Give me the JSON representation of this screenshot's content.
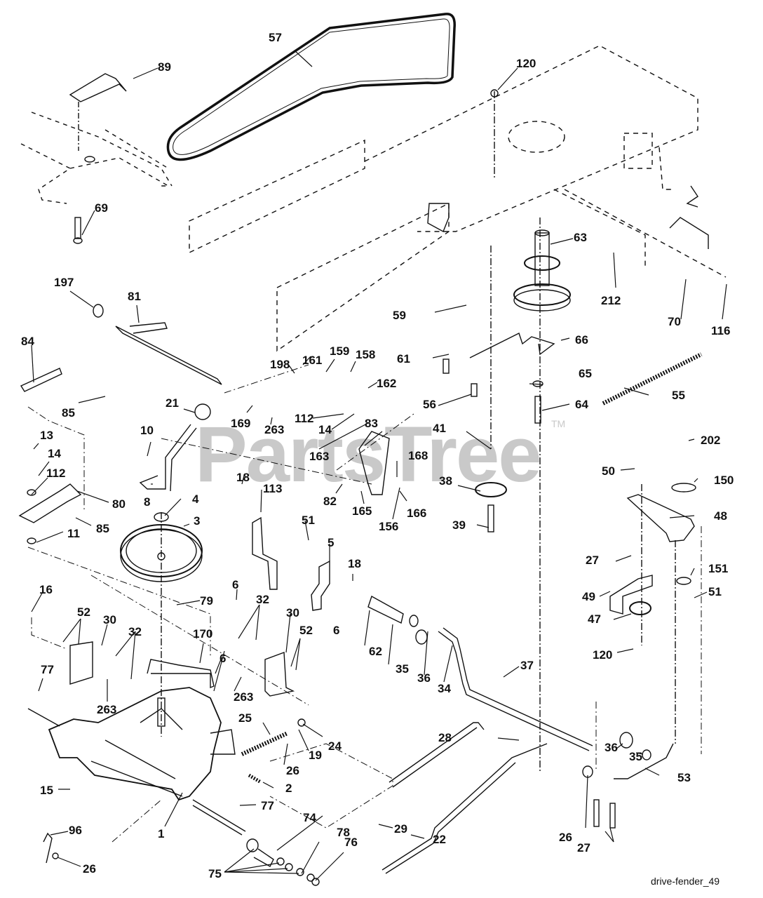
{
  "diagram": {
    "title": "drive-fender_49",
    "watermark": "PartsTree",
    "watermark_tm": "TM",
    "callouts": [
      {
        "id": "c57",
        "label": "57"
      },
      {
        "id": "c89",
        "label": "89"
      },
      {
        "id": "c120a",
        "label": "120"
      },
      {
        "id": "c69",
        "label": "69"
      },
      {
        "id": "c63",
        "label": "63"
      },
      {
        "id": "c212",
        "label": "212"
      },
      {
        "id": "c70",
        "label": "70"
      },
      {
        "id": "c116",
        "label": "116"
      },
      {
        "id": "c197",
        "label": "197"
      },
      {
        "id": "c81",
        "label": "81"
      },
      {
        "id": "c59",
        "label": "59"
      },
      {
        "id": "c66",
        "label": "66"
      },
      {
        "id": "c61",
        "label": "61"
      },
      {
        "id": "c84",
        "label": "84"
      },
      {
        "id": "c198",
        "label": "198"
      },
      {
        "id": "c161",
        "label": "161"
      },
      {
        "id": "c159",
        "label": "159"
      },
      {
        "id": "c158",
        "label": "158"
      },
      {
        "id": "c162",
        "label": "162"
      },
      {
        "id": "c56",
        "label": "56"
      },
      {
        "id": "c65",
        "label": "65"
      },
      {
        "id": "c55",
        "label": "55"
      },
      {
        "id": "c64",
        "label": "64"
      },
      {
        "id": "c85a",
        "label": "85"
      },
      {
        "id": "c21",
        "label": "21"
      },
      {
        "id": "c169",
        "label": "169"
      },
      {
        "id": "c263a",
        "label": "263"
      },
      {
        "id": "c112a",
        "label": "112"
      },
      {
        "id": "c14a",
        "label": "14"
      },
      {
        "id": "c83",
        "label": "83"
      },
      {
        "id": "c41",
        "label": "41"
      },
      {
        "id": "c10",
        "label": "10"
      },
      {
        "id": "c163",
        "label": "163"
      },
      {
        "id": "c168",
        "label": "168"
      },
      {
        "id": "c202",
        "label": "202"
      },
      {
        "id": "c13",
        "label": "13"
      },
      {
        "id": "c14b",
        "label": "14"
      },
      {
        "id": "c50",
        "label": "50"
      },
      {
        "id": "c150",
        "label": "150"
      },
      {
        "id": "c112b",
        "label": "112"
      },
      {
        "id": "c38",
        "label": "38"
      },
      {
        "id": "c18a",
        "label": "18"
      },
      {
        "id": "c113",
        "label": "113"
      },
      {
        "id": "c82",
        "label": "82"
      },
      {
        "id": "c8",
        "label": "8"
      },
      {
        "id": "c4",
        "label": "4"
      },
      {
        "id": "c80",
        "label": "80"
      },
      {
        "id": "c165",
        "label": "165"
      },
      {
        "id": "c166",
        "label": "166"
      },
      {
        "id": "c156",
        "label": "156"
      },
      {
        "id": "c48",
        "label": "48"
      },
      {
        "id": "c39",
        "label": "39"
      },
      {
        "id": "c85b",
        "label": "85"
      },
      {
        "id": "c51a",
        "label": "51"
      },
      {
        "id": "c3",
        "label": "3"
      },
      {
        "id": "c11",
        "label": "11"
      },
      {
        "id": "c27a",
        "label": "27"
      },
      {
        "id": "c5",
        "label": "5"
      },
      {
        "id": "c18b",
        "label": "18"
      },
      {
        "id": "c6a",
        "label": "6"
      },
      {
        "id": "c151",
        "label": "151"
      },
      {
        "id": "c51b",
        "label": "51"
      },
      {
        "id": "c49",
        "label": "49"
      },
      {
        "id": "c79",
        "label": "79"
      },
      {
        "id": "c16",
        "label": "16"
      },
      {
        "id": "c32a",
        "label": "32"
      },
      {
        "id": "c47",
        "label": "47"
      },
      {
        "id": "c52a",
        "label": "52"
      },
      {
        "id": "c30a",
        "label": "30"
      },
      {
        "id": "c6b",
        "label": "6"
      },
      {
        "id": "c30b",
        "label": "30"
      },
      {
        "id": "c32b",
        "label": "32"
      },
      {
        "id": "c52b",
        "label": "52"
      },
      {
        "id": "c170",
        "label": "170"
      },
      {
        "id": "c62",
        "label": "62"
      },
      {
        "id": "c35a",
        "label": "35"
      },
      {
        "id": "c36a",
        "label": "36"
      },
      {
        "id": "c120b",
        "label": "120"
      },
      {
        "id": "c6c",
        "label": "6"
      },
      {
        "id": "c34",
        "label": "34"
      },
      {
        "id": "c37",
        "label": "37"
      },
      {
        "id": "c77a",
        "label": "77"
      },
      {
        "id": "c263b",
        "label": "263"
      },
      {
        "id": "c263c",
        "label": "263"
      },
      {
        "id": "c25",
        "label": "25"
      },
      {
        "id": "c24",
        "label": "24"
      },
      {
        "id": "c19",
        "label": "19"
      },
      {
        "id": "c28",
        "label": "28"
      },
      {
        "id": "c36b",
        "label": "36"
      },
      {
        "id": "c35b",
        "label": "35"
      },
      {
        "id": "c26a",
        "label": "26"
      },
      {
        "id": "c53",
        "label": "53"
      },
      {
        "id": "c15",
        "label": "15"
      },
      {
        "id": "c2",
        "label": "2"
      },
      {
        "id": "c77b",
        "label": "77"
      },
      {
        "id": "c29",
        "label": "29"
      },
      {
        "id": "c74",
        "label": "74"
      },
      {
        "id": "c96",
        "label": "96"
      },
      {
        "id": "c78",
        "label": "78"
      },
      {
        "id": "c76",
        "label": "76"
      },
      {
        "id": "c22",
        "label": "22"
      },
      {
        "id": "c26b",
        "label": "26"
      },
      {
        "id": "c27b",
        "label": "27"
      },
      {
        "id": "c1",
        "label": "1"
      },
      {
        "id": "c26c",
        "label": "26"
      },
      {
        "id": "c75",
        "label": "75"
      }
    ]
  }
}
